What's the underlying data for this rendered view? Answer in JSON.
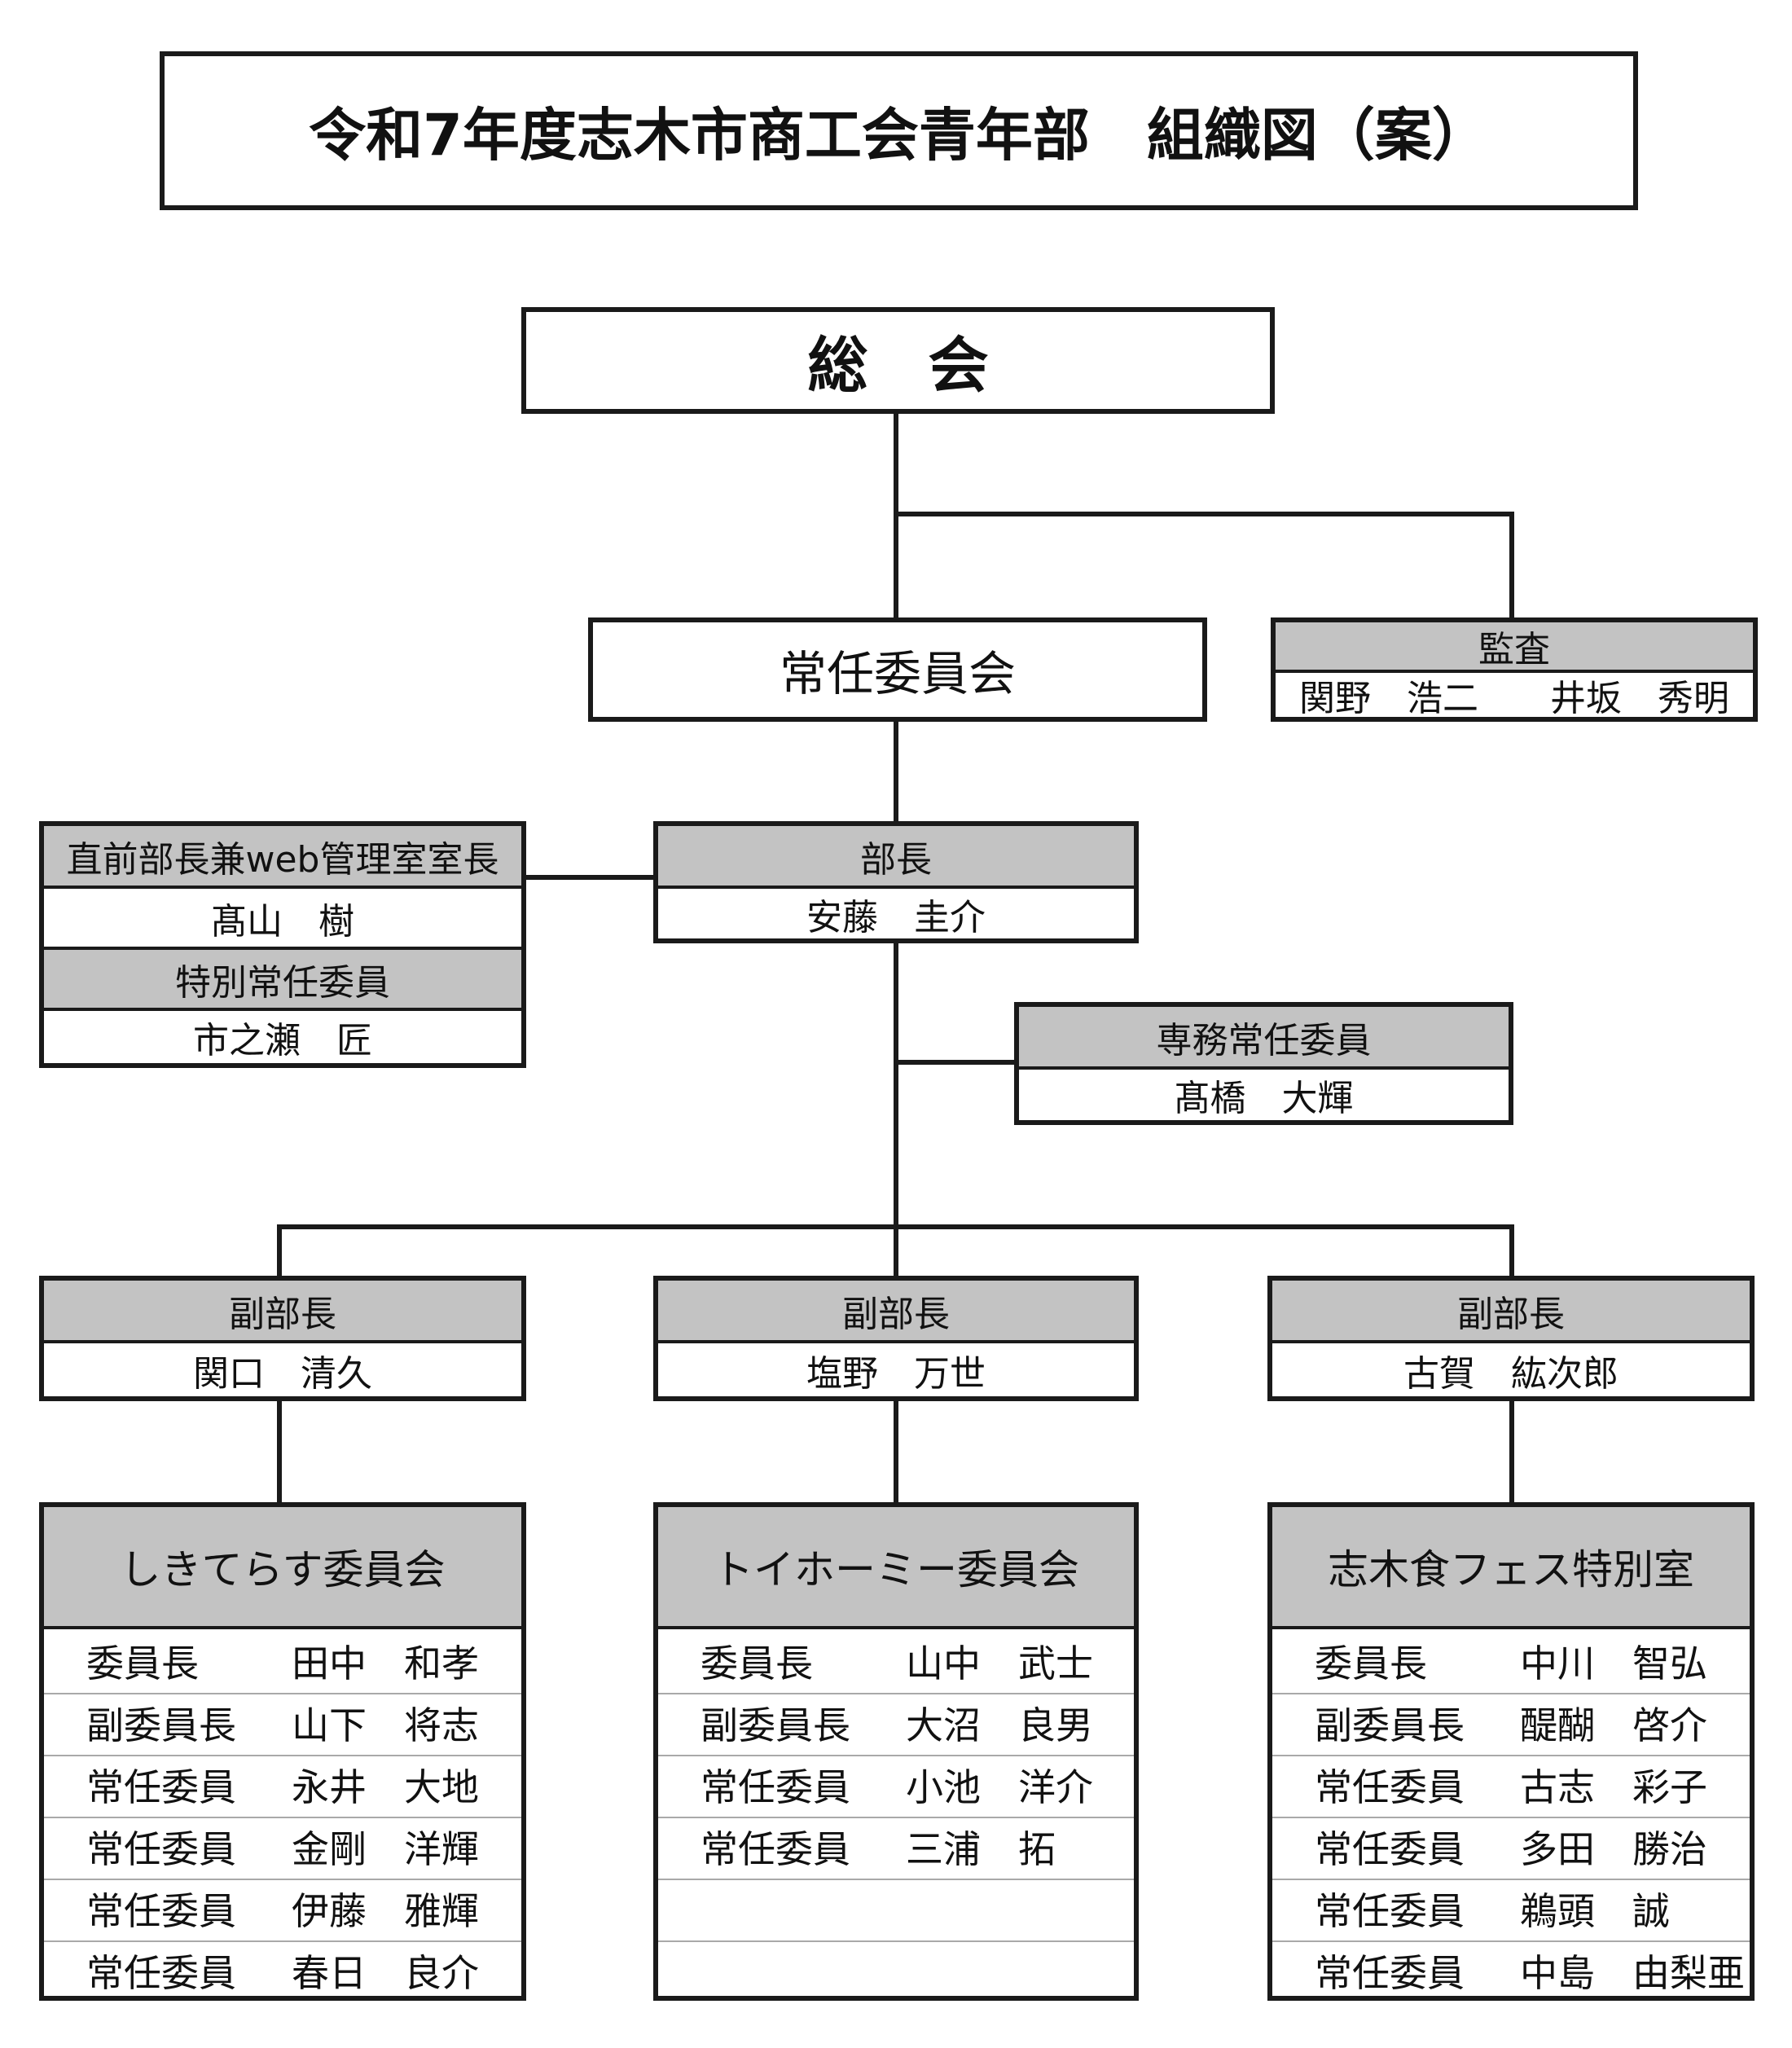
{
  "title": "令和7年度志木市商工会青年部　組織図（案）",
  "general_assembly": "総　会",
  "standing_committee": "常任委員会",
  "audit": {
    "label": "監査",
    "members": "関野　浩二　　井坂　秀明"
  },
  "former_head": {
    "label": "直前部長兼web管理室室長",
    "name": "髙山　樹"
  },
  "special_member": {
    "label": "特別常任委員",
    "name": "市之瀬　匠"
  },
  "head": {
    "label": "部長",
    "name": "安藤　圭介"
  },
  "executive": {
    "label": "専務常任委員",
    "name": "髙橋　大輝"
  },
  "vice_heads": [
    {
      "label": "副部長",
      "name": "関口　清久"
    },
    {
      "label": "副部長",
      "name": "塩野　万世"
    },
    {
      "label": "副部長",
      "name": "古賀　紘次郎"
    }
  ],
  "committees": [
    {
      "name": "しきてらす委員会",
      "members": [
        {
          "role": "委員長",
          "name": "田中　和孝"
        },
        {
          "role": "副委員長",
          "name": "山下　将志"
        },
        {
          "role": "常任委員",
          "name": "永井　大地"
        },
        {
          "role": "常任委員",
          "name": "金剛　洋輝"
        },
        {
          "role": "常任委員",
          "name": "伊藤　雅輝"
        },
        {
          "role": "常任委員",
          "name": "春日　良介"
        }
      ]
    },
    {
      "name": "トイホーミー委員会",
      "members": [
        {
          "role": "委員長",
          "name": "山中　武士"
        },
        {
          "role": "副委員長",
          "name": "大沼　良男"
        },
        {
          "role": "常任委員",
          "name": "小池　洋介"
        },
        {
          "role": "常任委員",
          "name": "三浦　拓"
        },
        {
          "role": "",
          "name": ""
        },
        {
          "role": "",
          "name": ""
        }
      ]
    },
    {
      "name": "志木食フェス特別室",
      "members": [
        {
          "role": "委員長",
          "name": "中川　智弘"
        },
        {
          "role": "副委員長",
          "name": "醍醐　啓介"
        },
        {
          "role": "常任委員",
          "name": "古志　彩子"
        },
        {
          "role": "常任委員",
          "name": "多田　勝治"
        },
        {
          "role": "常任委員",
          "name": "鵜頭　誠"
        },
        {
          "role": "常任委員",
          "name": "中島　由梨亜"
        }
      ]
    }
  ]
}
